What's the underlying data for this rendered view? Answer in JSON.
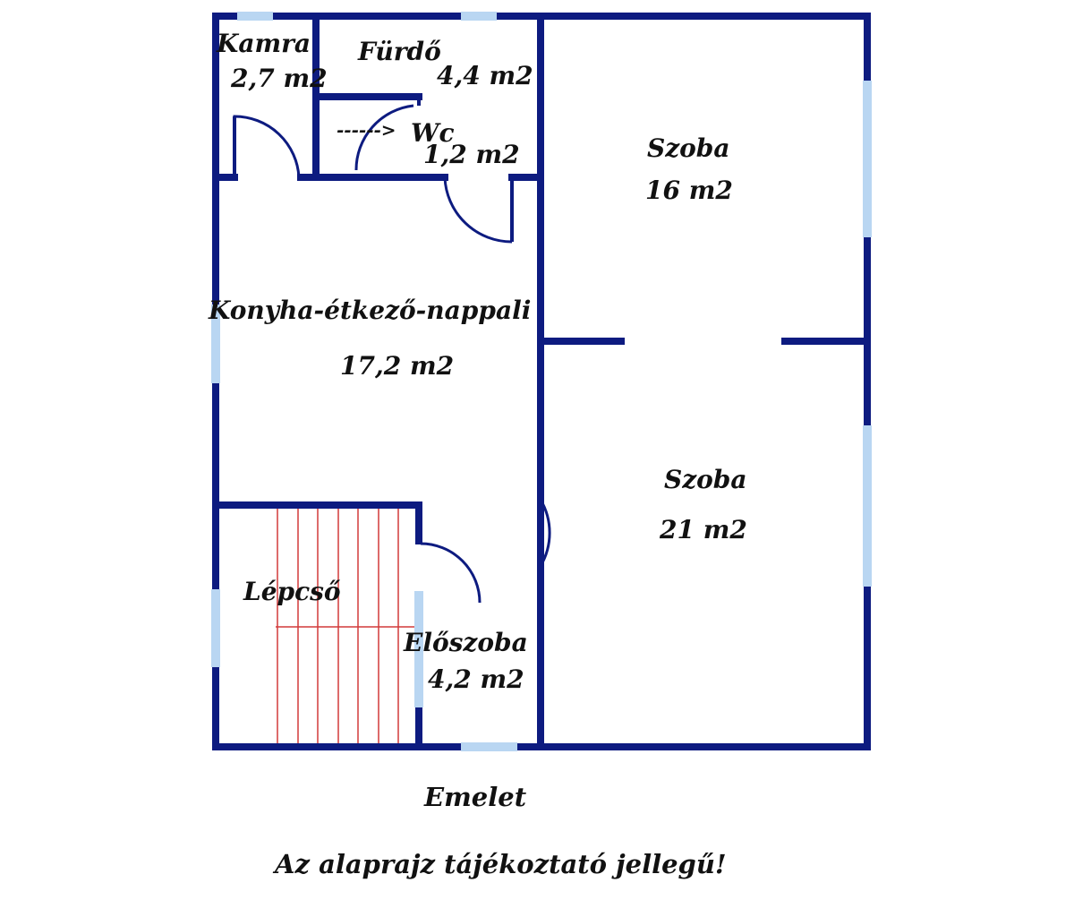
{
  "rooms": {
    "kamra": {
      "name": "Kamra",
      "area": "2,7 m2"
    },
    "furdo": {
      "name": "Fürdő",
      "area": "4,4 m2"
    },
    "wc": {
      "arrow": "------>",
      "name": "Wc",
      "area": "1,2 m2"
    },
    "szoba1": {
      "name": "Szoba",
      "area": "16 m2"
    },
    "konyha": {
      "name": "Konyha-étkező-nappali",
      "area": "17,2 m2"
    },
    "szoba2": {
      "name": "Szoba",
      "area": "21 m2"
    },
    "lepcso": {
      "name": "Lépcső"
    },
    "eloszoba": {
      "name": "Előszoba",
      "area": "4,2 m2"
    }
  },
  "floor_label": "Emelet",
  "disclaimer": "Az alaprajz tájékoztató jellegű!",
  "colors": {
    "wall": "#0d1b80",
    "window": "#b9d6f2",
    "stairs": "#d23a3a",
    "text": "#111111"
  }
}
